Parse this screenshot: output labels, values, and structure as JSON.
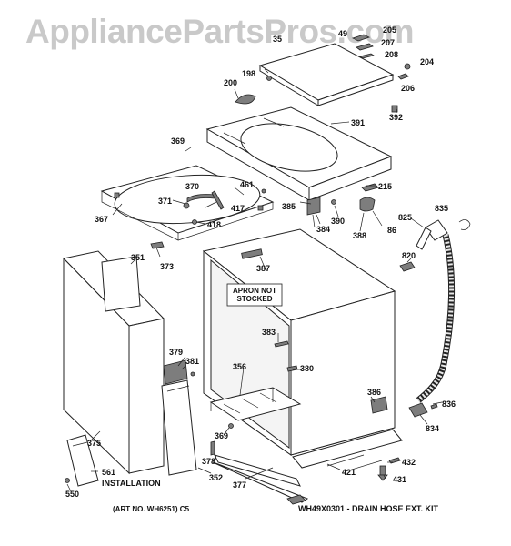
{
  "watermark": "AppliancePartsPros.com",
  "labels": {
    "l351": "351",
    "l367": "367",
    "l369a": "369",
    "l370": "370",
    "l371": "371",
    "l373": "373",
    "l375": "375",
    "l377": "377",
    "l378": "378",
    "l379": "379",
    "l380": "380",
    "l381": "381",
    "l383": "383",
    "l384": "384",
    "l385": "385",
    "l386": "386",
    "l387": "387",
    "l388": "388",
    "l390": "390",
    "l391": "391",
    "l392": "392",
    "l198": "198",
    "l200": "200",
    "l204": "204",
    "l206": "206",
    "l207": "207",
    "l208": "208",
    "l215": "215",
    "l352": "352",
    "l356": "356",
    "l369b": "369",
    "l417": "417",
    "l418": "418",
    "l421": "421",
    "l431": "431",
    "l432": "432",
    "l461": "461",
    "l550": "550",
    "l561": "561",
    "l820": "820",
    "l825": "825",
    "l834": "834",
    "l835": "835",
    "l836": "836",
    "l86": "86"
  },
  "notes": {
    "apron_line1": "APRON NOT",
    "apron_line2": "STOCKED",
    "installation": "INSTALLATION",
    "art_no": "(ART NO. WH6251) C5",
    "kit": "WH49X0301 - DRAIN HOSE EXT. KIT"
  }
}
